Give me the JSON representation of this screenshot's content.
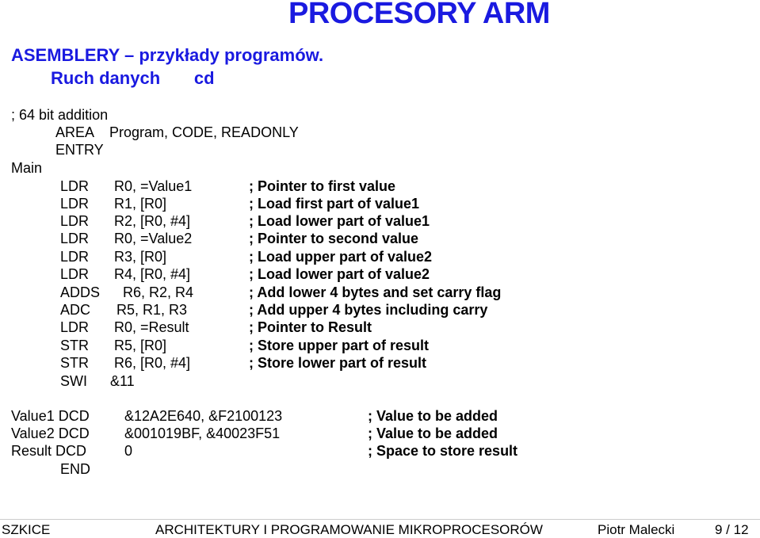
{
  "title": "PROCESORY ARM",
  "subtitle_line1": "ASEMBLERY – przykłady programów.",
  "subtitle_line2": "Ruch danych       cd",
  "comment_header": "; 64 bit addition",
  "area_line": "AREA    Program, CODE, READONLY",
  "entry_line": "ENTRY",
  "main_label": "Main",
  "instructions": [
    {
      "op": "LDR",
      "args": "R0, =Value1",
      "comment": "; Pointer to first value"
    },
    {
      "op": "LDR",
      "args": "R1, [R0]",
      "comment": "; Load first part of value1"
    },
    {
      "op": "LDR",
      "args": "R2, [R0, #4]",
      "comment": "; Load lower part of value1"
    },
    {
      "op": "LDR",
      "args": "R0, =Value2",
      "comment": "; Pointer to second value"
    },
    {
      "op": "LDR",
      "args": "R3, [R0]",
      "comment": "; Load upper part of value2"
    },
    {
      "op": "LDR",
      "args": "R4, [R0, #4]",
      "comment": "; Load lower part of value2"
    },
    {
      "op": "ADDS",
      "args": "R6, R2, R4",
      "comment": "; Add lower 4 bytes and set carry flag"
    },
    {
      "op": "ADC",
      "args": "R5, R1, R3",
      "comment": "; Add upper 4 bytes including carry"
    },
    {
      "op": "LDR",
      "args": "R0, =Result",
      "comment": "; Pointer to Result"
    },
    {
      "op": "STR",
      "args": "R5, [R0]",
      "comment": "; Store upper part of result"
    },
    {
      "op": "STR",
      "args": "R6, [R0, #4]",
      "comment": "; Store lower part of result"
    },
    {
      "op": "SWI",
      "args": "&11",
      "comment": ""
    }
  ],
  "data_defs": [
    {
      "label": "Value1 DCD",
      "value": "&12A2E640, &F2100123",
      "comment": "; Value to be added"
    },
    {
      "label": "Value2 DCD",
      "value": "&001019BF, &40023F51",
      "comment": "; Value to be added"
    },
    {
      "label": "Result DCD",
      "value": "0",
      "comment": "; Space to store result"
    }
  ],
  "end_line": "END",
  "footer": {
    "left": "SZKICE",
    "center": "ARCHITEKTURY I PROGRAMOWANIE MIKROPROCESORÓW",
    "author": "Piotr Malecki",
    "page": "9 / 12"
  },
  "colors": {
    "accent": "#1a1ae0",
    "text": "#000000"
  }
}
